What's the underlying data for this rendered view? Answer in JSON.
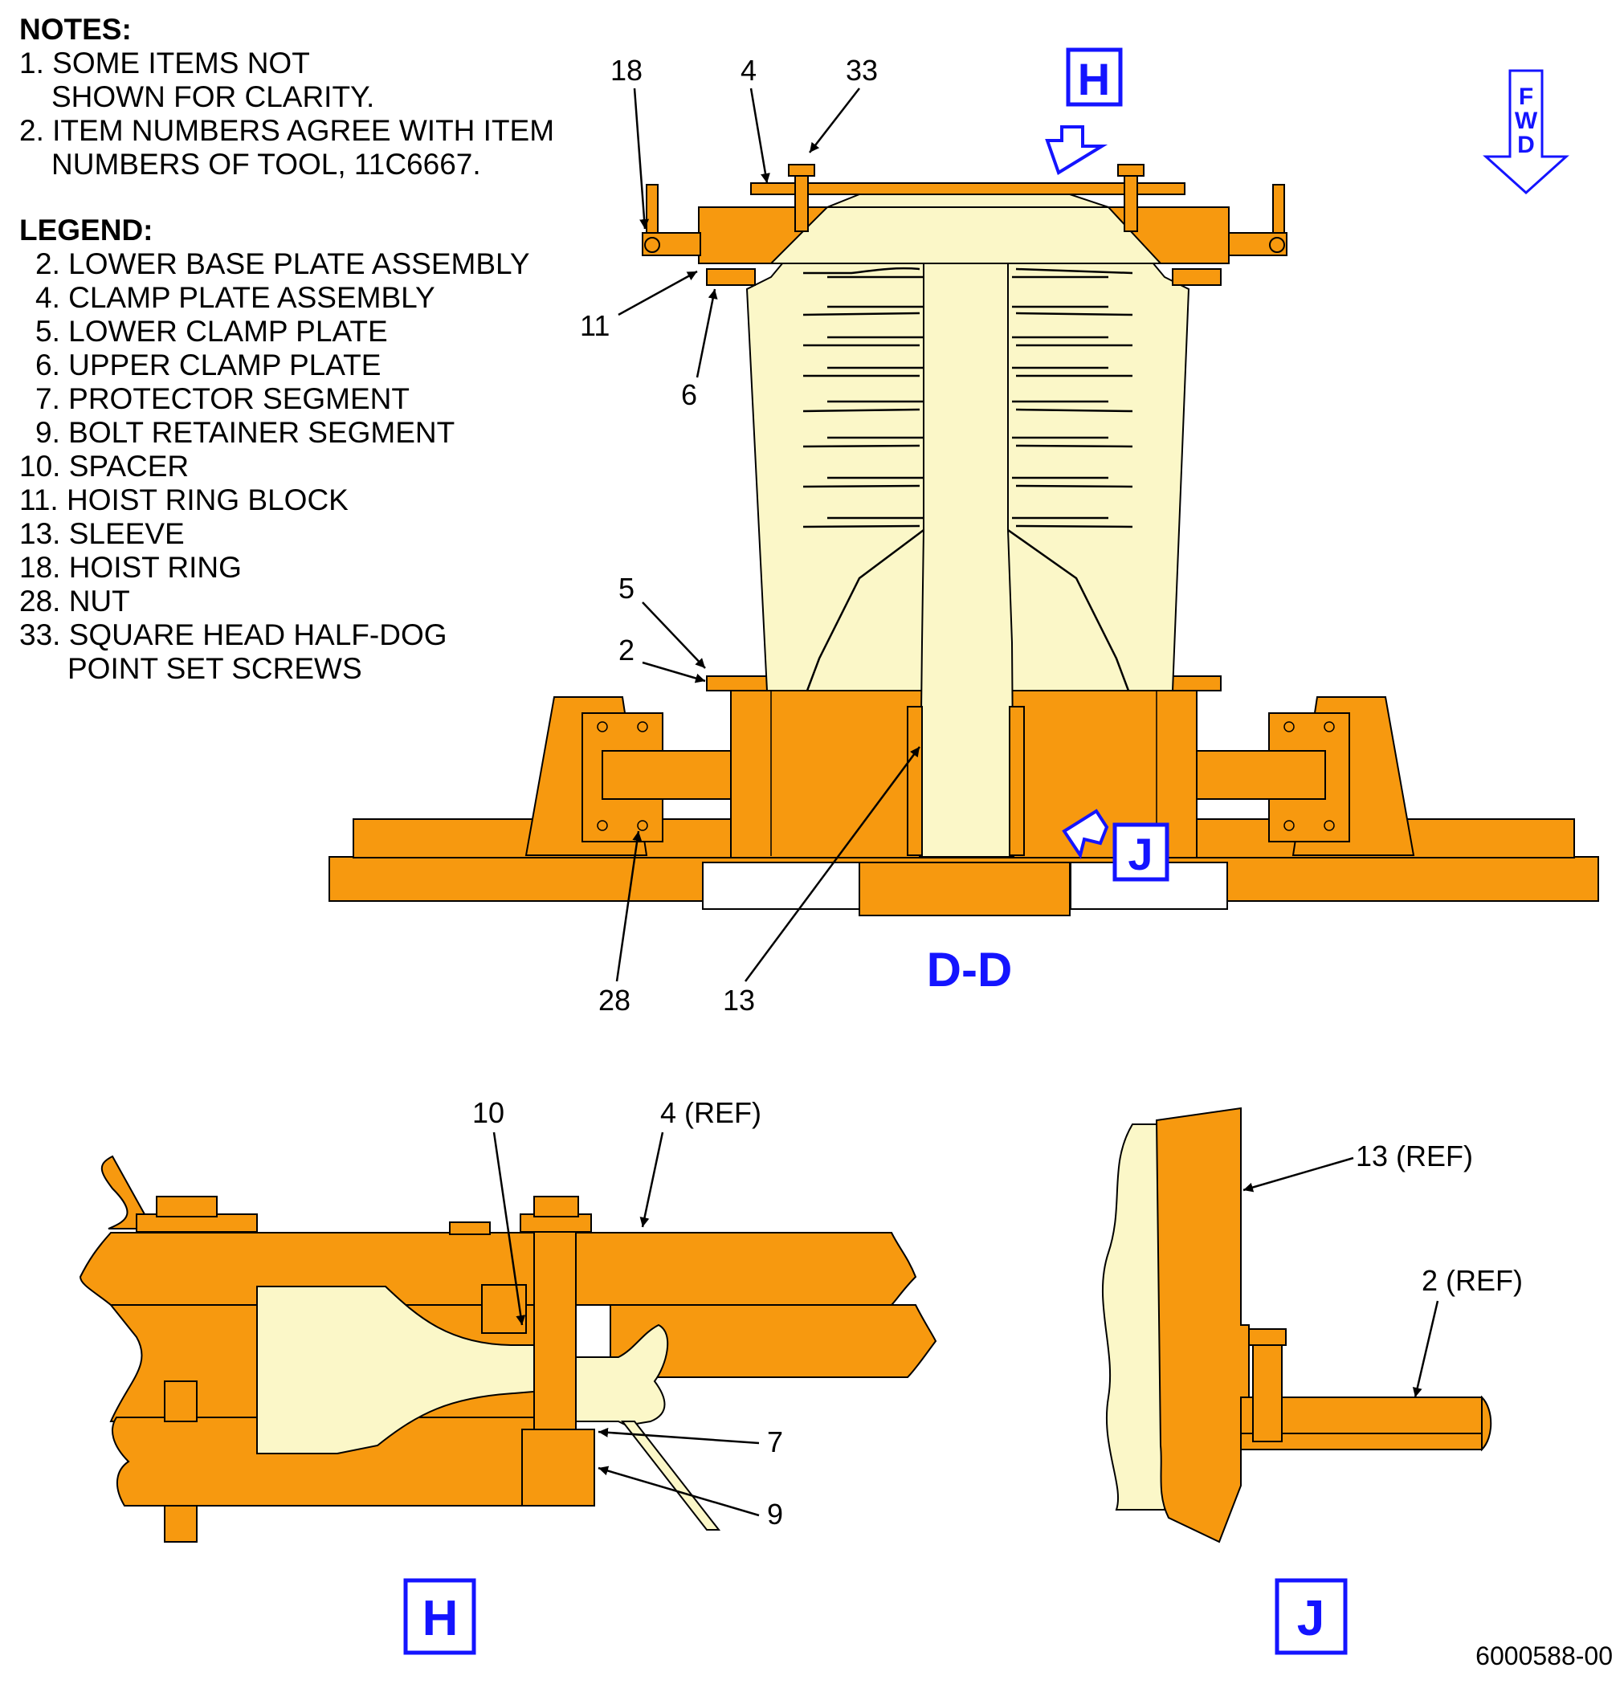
{
  "notes": {
    "heading": "NOTES:",
    "items": [
      {
        "line1": "1. SOME ITEMS NOT",
        "line2": "SHOWN FOR CLARITY."
      },
      {
        "line1": "2. ITEM NUMBERS AGREE WITH ITEM",
        "line2": "NUMBERS OF TOOL, 11C6667."
      }
    ]
  },
  "legend": {
    "heading": "LEGEND:",
    "items": [
      "2. LOWER BASE PLATE ASSEMBLY",
      "4. CLAMP PLATE ASSEMBLY",
      "5. LOWER CLAMP PLATE",
      "6. UPPER CLAMP PLATE",
      "7. PROTECTOR SEGMENT",
      "9. BOLT RETAINER SEGMENT",
      "10. SPACER",
      "11. HOIST RING BLOCK",
      "13. SLEEVE",
      "18. HOIST RING",
      "28. NUT",
      "33. SQUARE HEAD HALF-DOG"
    ],
    "item33_line2": "POINT SET SCREWS"
  },
  "fwd_letters": [
    "F",
    "W",
    "D"
  ],
  "views": {
    "main": "D-D",
    "detail_h": "H",
    "detail_j": "J"
  },
  "callouts": {
    "c18": "18",
    "c4": "4",
    "c33": "33",
    "c11": "11",
    "c6": "6",
    "c5": "5",
    "c2": "2",
    "c28": "28",
    "c13": "13",
    "h10": "10",
    "h4ref": "4 (REF)",
    "h7": "7",
    "h9": "9",
    "j13ref": "13 (REF)",
    "j2ref": "2 (REF)"
  },
  "figure_number": "6000588-00",
  "colors": {
    "tooling": "#f7990f",
    "part": "#fbf7c8",
    "view_label": "#1414ff"
  }
}
